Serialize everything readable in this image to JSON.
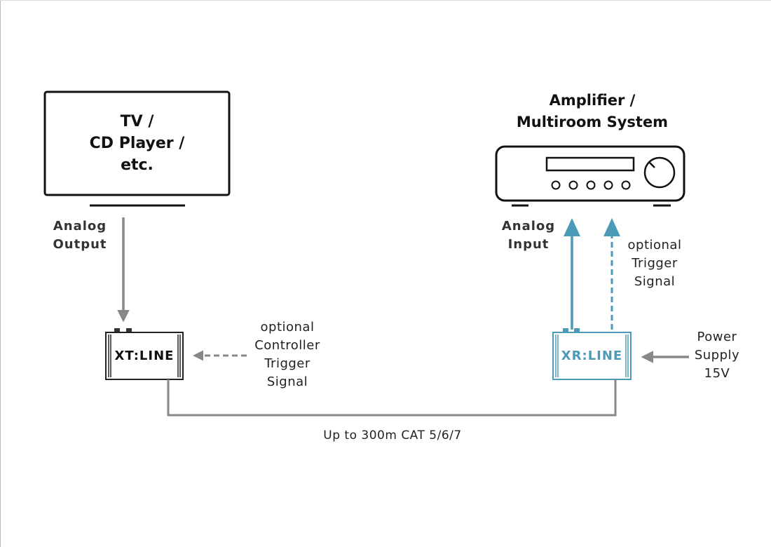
{
  "colors": {
    "line": "#333333",
    "grey_signal": "#888888",
    "accent": "#4a9ab8"
  },
  "source": {
    "name": "TV /\nCD Player /\netc.",
    "output_label": "Analog\nOutput"
  },
  "amplifier": {
    "name": "Amplifier /\nMultiroom System",
    "input_label": "Analog\nInput",
    "trigger_label": "optional\nTrigger\nSignal"
  },
  "transmitter": {
    "label": "XT:LINE",
    "trigger_label": "optional\nController\nTrigger\nSignal"
  },
  "receiver": {
    "label": "XR:LINE",
    "power_label": "Power\nSupply\n15V"
  },
  "cable": {
    "label": "Up to 300m CAT 5/6/7"
  },
  "icons": {
    "tv": "tv-icon",
    "amplifier": "amplifier-icon",
    "transmitter": "transmitter-box-icon",
    "receiver": "receiver-box-icon"
  }
}
